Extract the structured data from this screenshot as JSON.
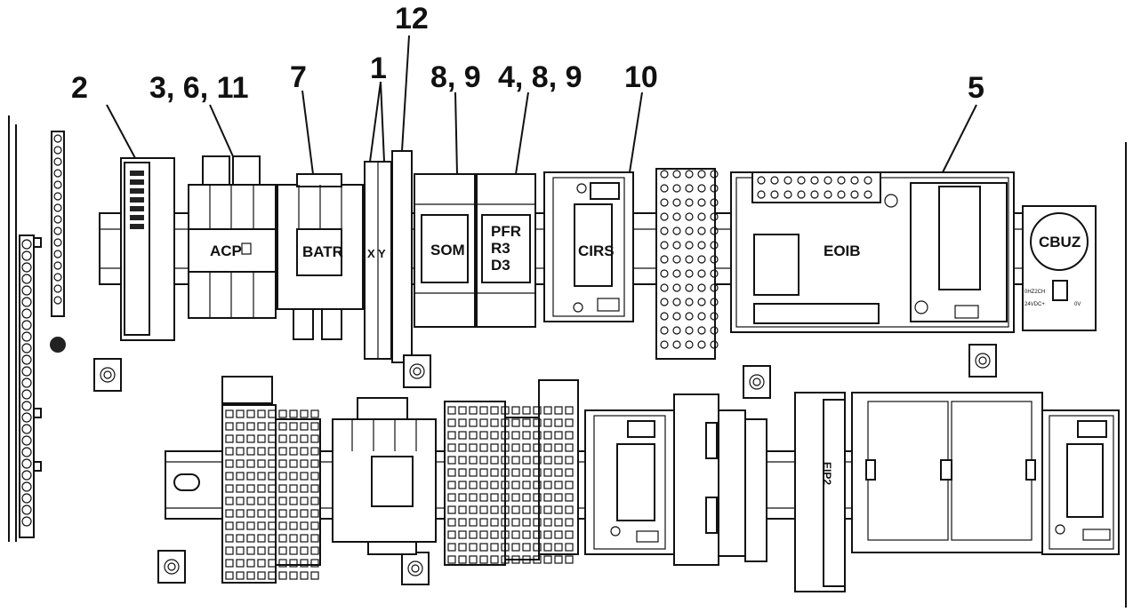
{
  "callouts": {
    "c2": "2",
    "c3611": "3, 6, 11",
    "c7": "7",
    "c1": "1",
    "c12": "12",
    "c89": "8, 9",
    "c489": "4, 8, 9",
    "c10": "10",
    "c5": "5"
  },
  "modules": {
    "acp": "ACP",
    "batr": "BATR",
    "xy": "X Y",
    "som": "SOM",
    "pfr1": "PFR",
    "pfr2": "R3",
    "pfr3": "D3",
    "cirs": "CIRS",
    "eoib": "EOIB",
    "cbuz": "CBUZ",
    "cbuz_small1": "0HZ2CH",
    "cbuz_small2": "24VDC+",
    "cbuz_small3": "0V",
    "eip": "EIP2"
  },
  "colors": {
    "line": "#111111",
    "background": "#ffffff",
    "fill_dark": "#222222"
  }
}
